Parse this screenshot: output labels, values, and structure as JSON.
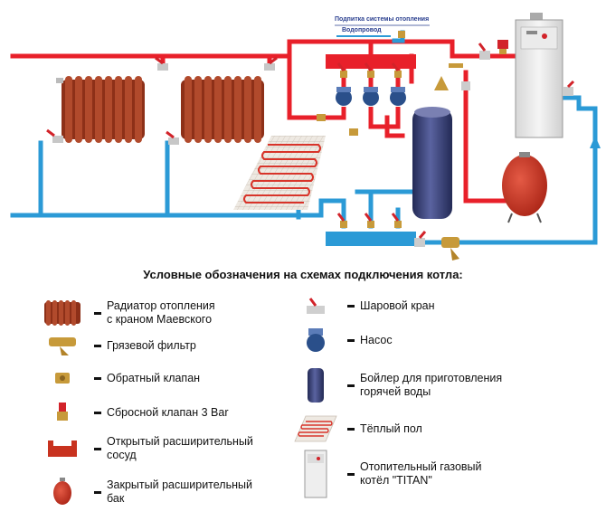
{
  "scheme": {
    "feed_label": "Подпитка системы отопления",
    "water_label": "Водопровод"
  },
  "legend": {
    "title": "Условные обозначения на схемах подключения котла:",
    "left": [
      {
        "icon": "radiator-icon",
        "lines": [
          "Радиатор отопления",
          "с краном Маевского"
        ]
      },
      {
        "icon": "dirt-filter-icon",
        "lines": [
          "Грязевой фильтр"
        ]
      },
      {
        "icon": "check-valve-icon",
        "lines": [
          "Обратный клапан"
        ]
      },
      {
        "icon": "relief-valve-icon",
        "lines": [
          "Сбросной клапан 3 Bar"
        ]
      },
      {
        "icon": "open-expansion-vessel-icon",
        "lines": [
          "Открытый расширительный",
          "сосуд"
        ]
      },
      {
        "icon": "closed-expansion-tank-icon",
        "lines": [
          "Закрытый расширительный",
          "бак"
        ]
      }
    ],
    "right": [
      {
        "icon": "ball-valve-icon",
        "lines": [
          "Шаровой кран"
        ]
      },
      {
        "icon": "pump-icon",
        "lines": [
          "Насос"
        ]
      },
      {
        "icon": "water-heater-icon",
        "lines": [
          "Бойлер для приготовления",
          "горячей воды"
        ]
      },
      {
        "icon": "underfloor-heating-icon",
        "lines": [
          "Тёплый пол"
        ]
      },
      {
        "icon": "gas-boiler-icon",
        "lines": [
          "Отопительный газовый",
          "котёл \"TITAN\""
        ]
      }
    ]
  },
  "colors": {
    "supply": "#e8202a",
    "return": "#2b9ad6",
    "radiator": "#a13a22",
    "pump": "#2a4f8a",
    "boiler_tank": "#38406e",
    "tank_red": "#c8321f",
    "brass": "#c79a3a"
  }
}
